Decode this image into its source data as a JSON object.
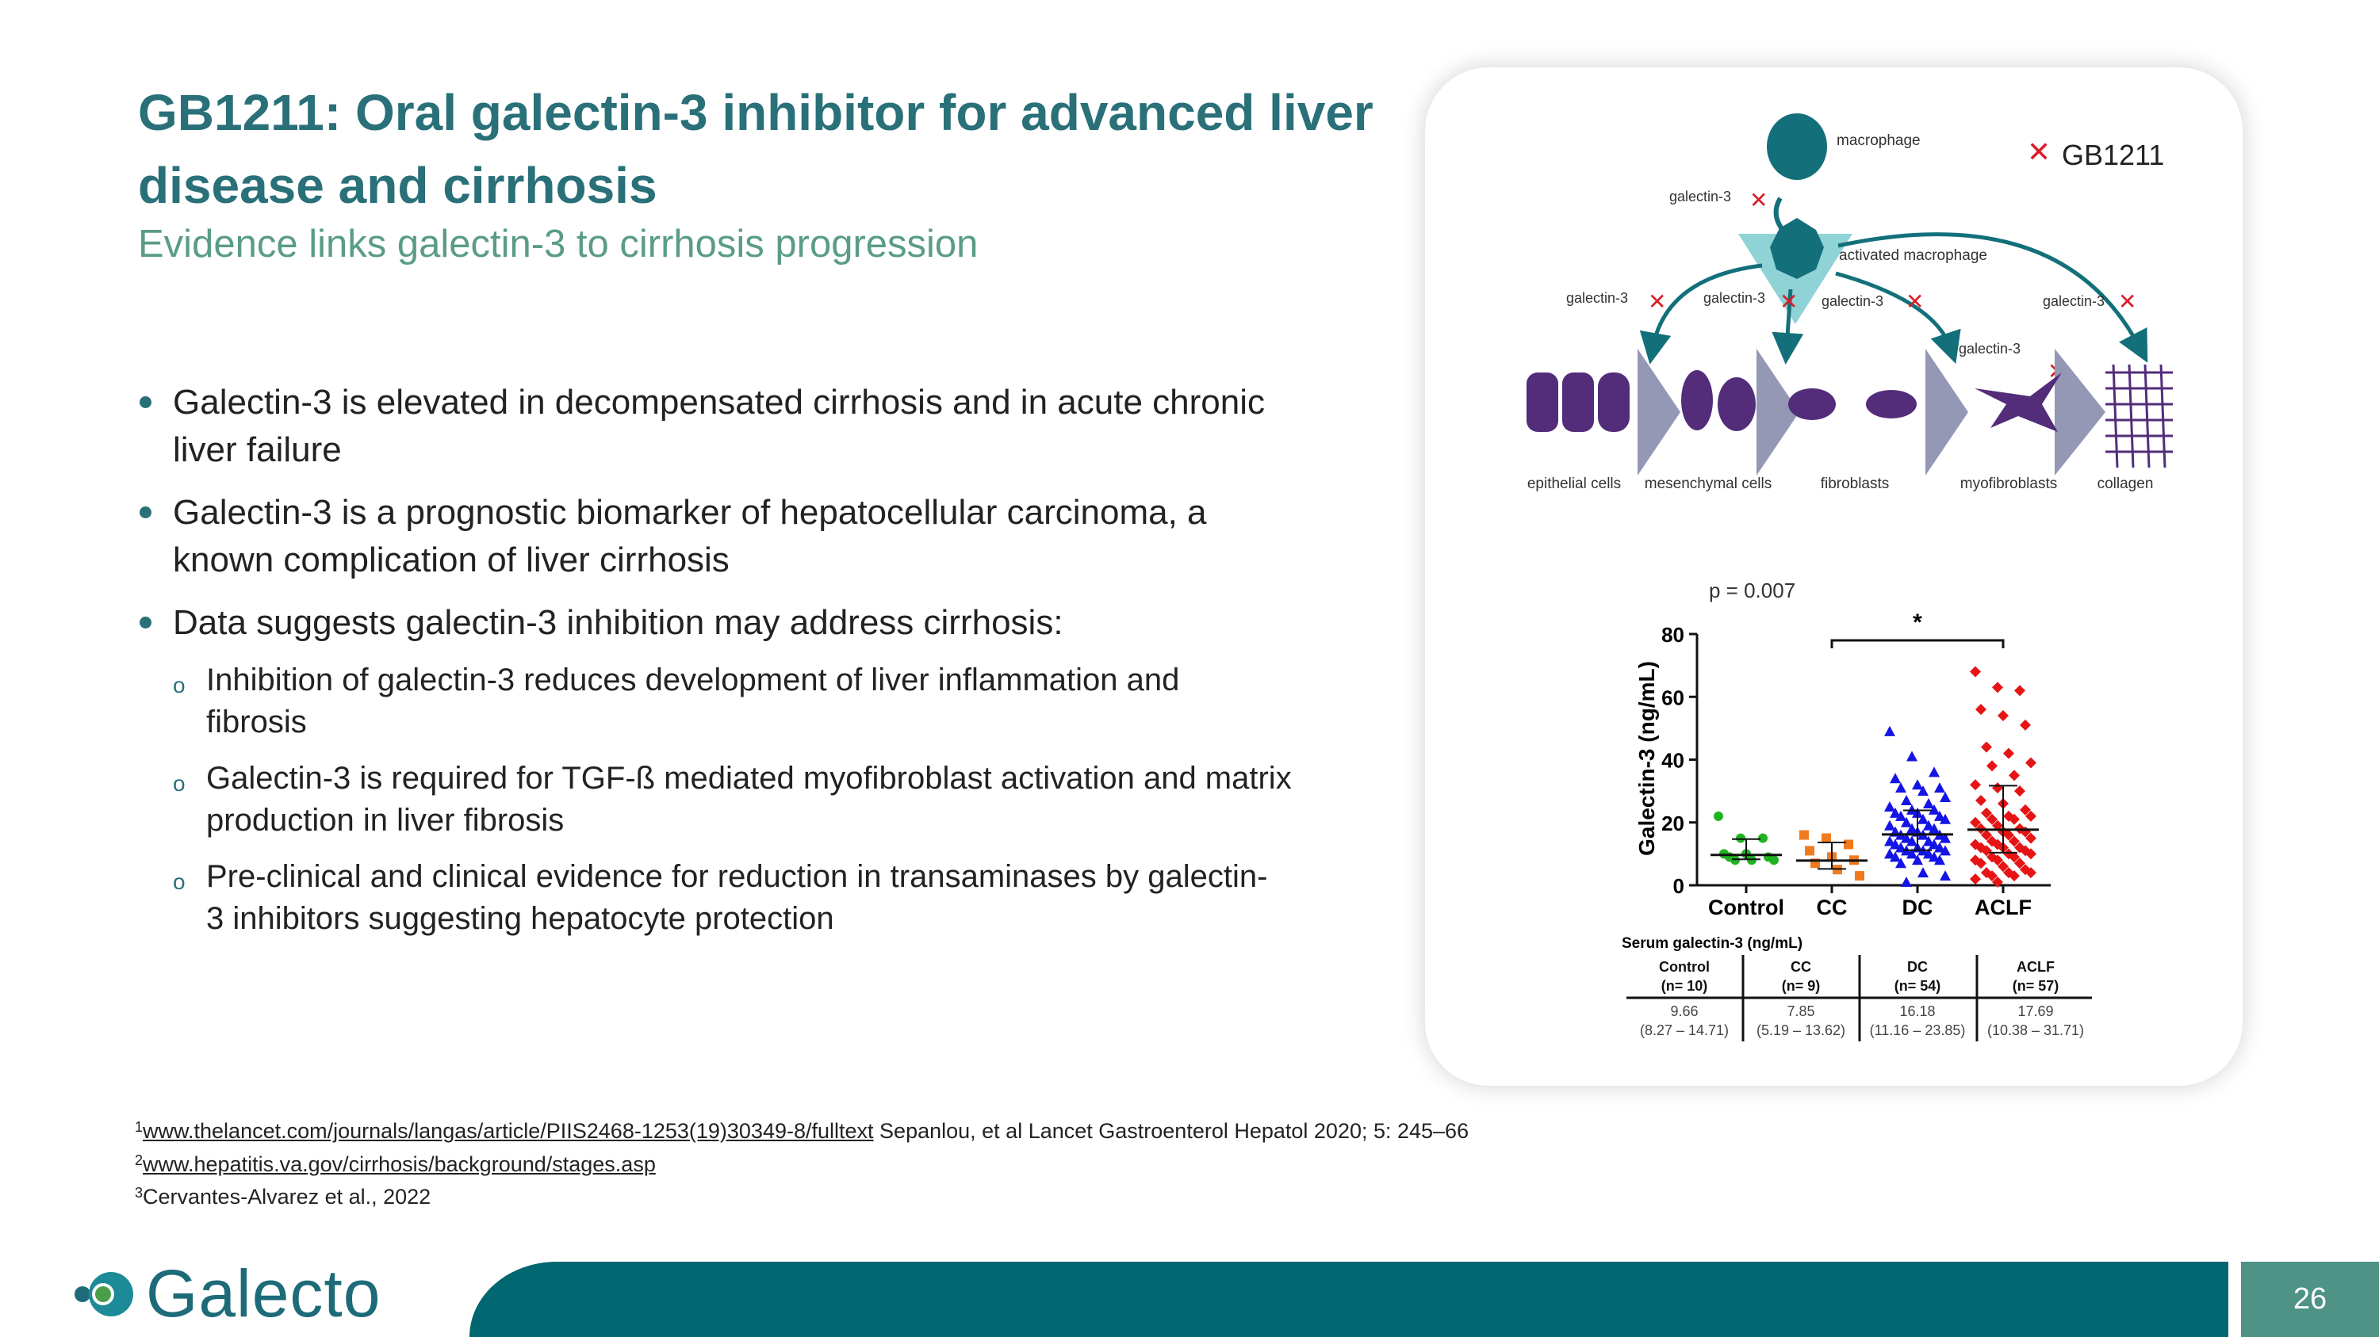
{
  "title": "GB1211: Oral galectin-3 inhibitor for advanced liver disease and cirrhosis",
  "subtitle": "Evidence links galectin-3 to cirrhosis progression",
  "bullets": [
    "Galectin-3 is elevated in decompensated cirrhosis and in acute chronic liver failure",
    "Galectin-3 is a prognostic biomarker of hepatocellular carcinoma, a known complication of liver cirrhosis",
    "Data suggests galectin-3 inhibition may address cirrhosis:"
  ],
  "sub_bullets": [
    "Inhibition of galectin-3 reduces development of liver inflammation and fibrosis",
    "Galectin-3 is required for TGF-ß mediated myofibroblast activation and matrix production in liver fibrosis",
    "Pre-clinical and clinical evidence for reduction in transaminases by galectin-3 inhibitors suggesting hepatocyte protection"
  ],
  "footnotes": [
    {
      "num": "1",
      "link": "www.thelancet.com/journals/langas/article/PIIS2468-1253(19)30349-8/fulltext",
      "text": " Sepanlou, et al Lancet Gastroenterol Hepatol 2020; 5: 245–66"
    },
    {
      "num": "2",
      "link": "www.hepatitis.va.gov/cirrhosis/background/stages.asp",
      "text": ""
    },
    {
      "num": "3",
      "link": "",
      "text": "Cervantes-Alvarez et al., 2022"
    }
  ],
  "diagram": {
    "legend": "GB1211",
    "macrophage": "macrophage",
    "activated": "activated macrophage",
    "galectin": "galectin-3",
    "stages": [
      "epithelial cells",
      "mesenchymal cells",
      "fibroblasts",
      "myofibroblasts",
      "collagen"
    ]
  },
  "chart_data": {
    "type": "scatter",
    "annotation": "p = 0.007",
    "significance": "*",
    "ylabel": "Galectin-3 (ng/mL)",
    "ylim": [
      0,
      80
    ],
    "yticks": [
      "0",
      "20",
      "40",
      "60",
      "80"
    ],
    "categories": [
      "Control",
      "CC",
      "DC",
      "ACLF"
    ],
    "colors": [
      "#1fb31f",
      "#f07a1e",
      "#1414e6",
      "#e61414"
    ],
    "markers": [
      "circle",
      "square",
      "triangle",
      "diamond"
    ],
    "series": [
      {
        "name": "Control",
        "values": [
          22,
          15,
          15,
          10,
          10,
          9,
          9,
          8,
          8,
          8
        ],
        "median": 9.66,
        "iqr": [
          8.27,
          14.71
        ]
      },
      {
        "name": "CC",
        "values": [
          16,
          15,
          13,
          11,
          9,
          8,
          7,
          5,
          3
        ],
        "median": 7.85,
        "iqr": [
          5.19,
          13.62
        ]
      },
      {
        "name": "DC",
        "values": [
          49,
          41,
          36,
          34,
          32,
          31,
          31,
          30,
          28,
          27,
          26,
          25,
          24,
          24,
          23,
          23,
          22,
          22,
          21,
          21,
          20,
          19,
          19,
          18,
          18,
          17,
          17,
          16,
          16,
          16,
          15,
          15,
          14,
          14,
          14,
          13,
          13,
          12,
          12,
          12,
          11,
          11,
          11,
          10,
          10,
          10,
          9,
          9,
          8,
          8,
          7,
          4,
          3,
          1
        ],
        "median": 16.18,
        "iqr": [
          11.16,
          23.85
        ]
      },
      {
        "name": "ACLF",
        "values": [
          68,
          63,
          62,
          56,
          54,
          51,
          44,
          42,
          39,
          38,
          35,
          32,
          31,
          30,
          27,
          26,
          24,
          23,
          22,
          22,
          21,
          21,
          20,
          19,
          18,
          18,
          17,
          17,
          16,
          16,
          15,
          14,
          14,
          13,
          13,
          12,
          12,
          12,
          11,
          11,
          10,
          10,
          9,
          9,
          8,
          8,
          7,
          7,
          6,
          5,
          4,
          4,
          4,
          3,
          3,
          2,
          1
        ],
        "median": 17.69,
        "iqr": [
          10.38,
          31.71
        ]
      }
    ],
    "table": {
      "title": "Serum galectin-3 (ng/mL)",
      "headers": [
        "Control",
        "CC",
        "DC",
        "ACLF"
      ],
      "n": [
        "(n= 10)",
        "(n= 9)",
        "(n= 54)",
        "(n= 57)"
      ],
      "medians": [
        "9.66",
        "7.85",
        "16.18",
        "17.69"
      ],
      "ranges": [
        "(8.27 – 14.71)",
        "(5.19 – 13.62)",
        "(11.16 – 23.85)",
        "(10.38 – 31.71)"
      ]
    }
  },
  "footer": {
    "logo": "Galecto",
    "page": "26"
  },
  "colors": {
    "teal": "#00666f",
    "title": "#2a7079",
    "subtitle": "#5a9c86"
  }
}
